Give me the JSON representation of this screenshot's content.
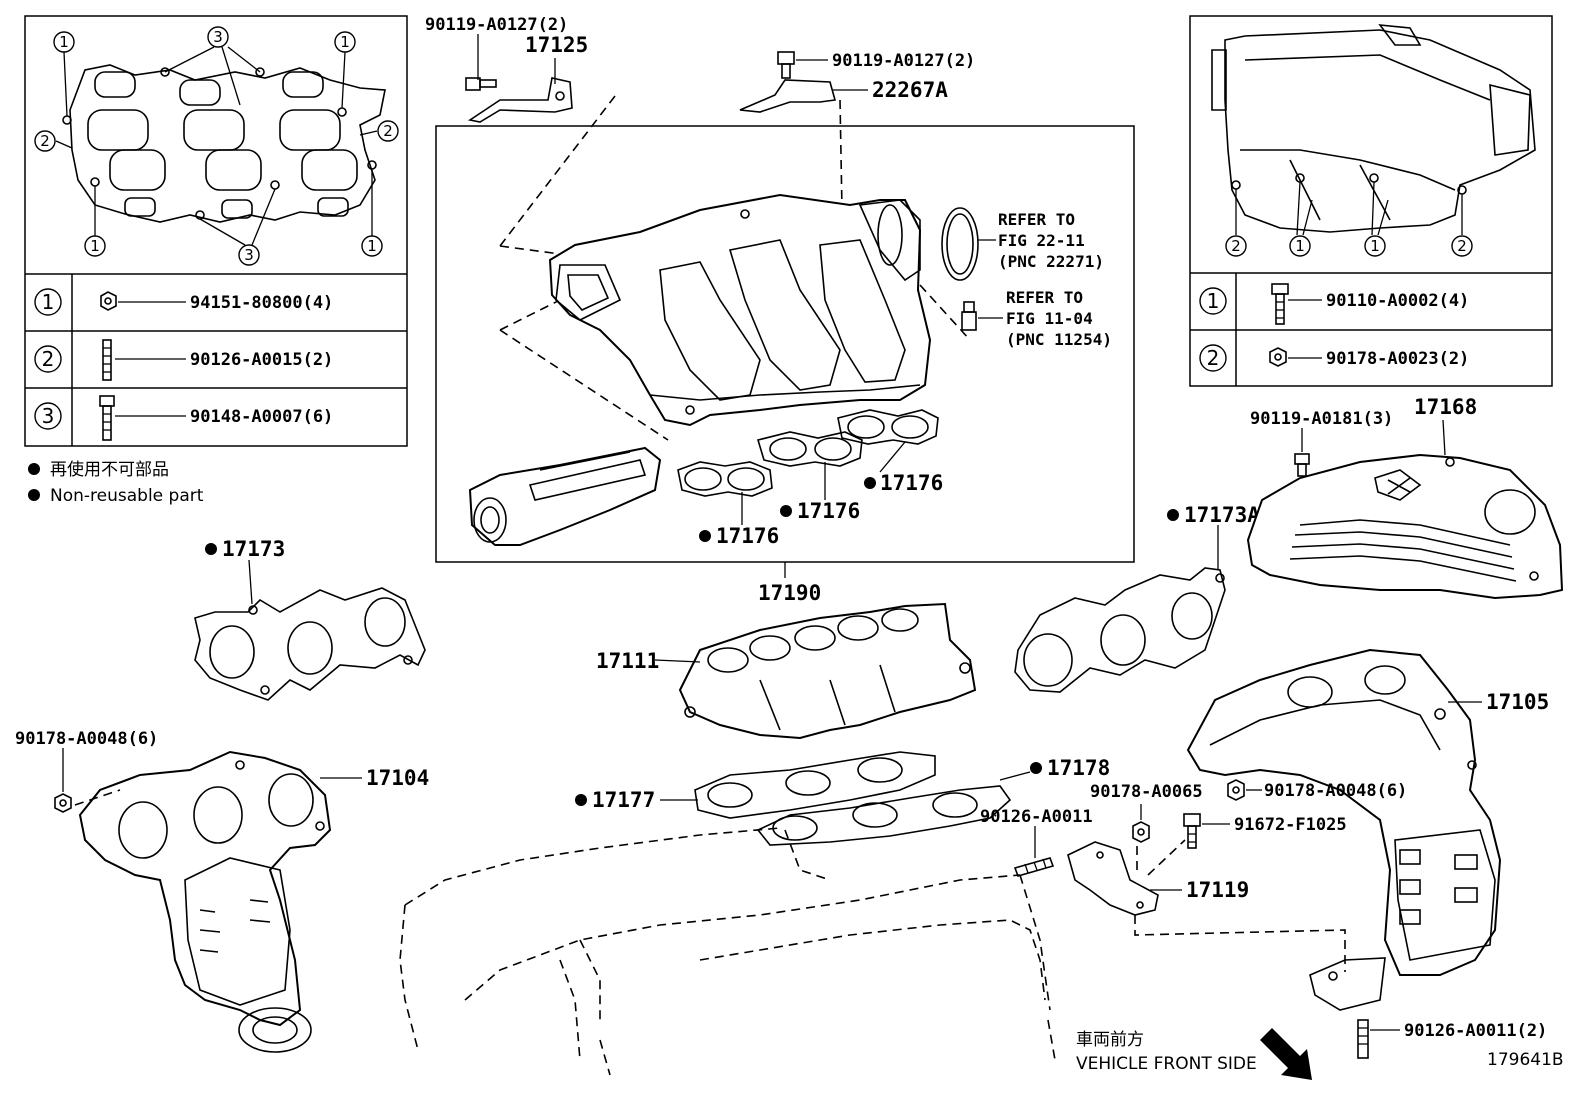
{
  "legend": {
    "non_reusable_jp": "再使用不可部品",
    "non_reusable_en": "Non-reusable part"
  },
  "inset_left": {
    "callouts": [
      "1",
      "2",
      "3"
    ],
    "rows": [
      {
        "index": "1",
        "part": "94151-80800(4)"
      },
      {
        "index": "2",
        "part": "90126-A0015(2)"
      },
      {
        "index": "3",
        "part": "90148-A0007(6)"
      }
    ]
  },
  "inset_right": {
    "callouts": [
      "1",
      "2"
    ],
    "rows": [
      {
        "index": "1",
        "part": "90110-A0002(4)"
      },
      {
        "index": "2",
        "part": "90178-A0023(2)"
      }
    ]
  },
  "labels": {
    "p90119_A0127_a": "90119-A0127(2)",
    "p17125": "17125",
    "p90119_A0127_b": "90119-A0127(2)",
    "p22267A": "22267A",
    "refer1_a": "REFER TO",
    "refer1_b": "FIG 22-11",
    "refer1_c": "(PNC 22271)",
    "refer2_a": "REFER TO",
    "refer2_b": "FIG 11-04",
    "refer2_c": "(PNC 11254)",
    "p17176_a": "17176",
    "p17176_b": "17176",
    "p17176_c": "17176",
    "p17190": "17190",
    "p17173": "17173",
    "p17173A": "17173A",
    "p90119_A0181": "90119-A0181(3)",
    "p17168": "17168",
    "p17111": "17111",
    "p90178_A0048_left": "90178-A0048(6)",
    "p17104": "17104",
    "p17177": "17177",
    "p17178": "17178",
    "p17105": "17105",
    "p90178_A0065": "90178-A0065",
    "p90178_A0048_right": "90178-A0048(6)",
    "p90126_A0011": "90126-A0011",
    "p91672_F1025": "91672-F1025",
    "p17119": "17119",
    "p90126_A0011_2": "90126-A0011(2)",
    "front_jp": "車両前方",
    "front_en": "VEHICLE FRONT SIDE",
    "figure_id": "179641B"
  }
}
